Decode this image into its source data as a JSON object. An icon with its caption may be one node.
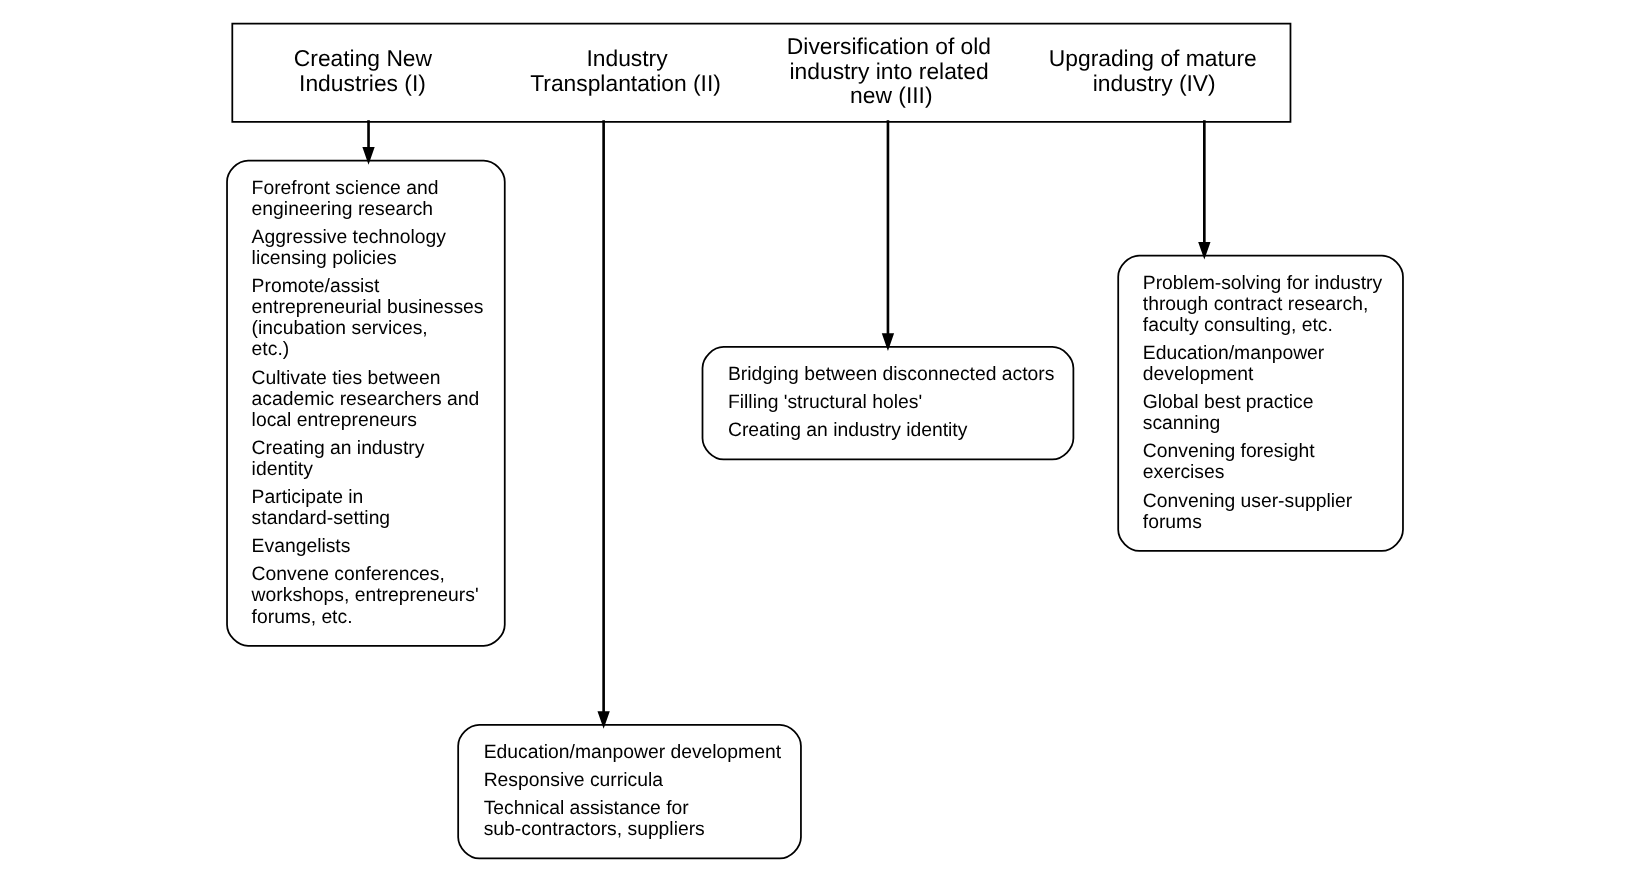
{
  "diagram": {
    "nodes": [
      {
        "text": [
          "Creating New Industries (I)",
          "Industry Transplantation (II)",
          "Diversification of old industry into related new (III)",
          "Upgrading of mature industry (IV)"
        ]
      },
      {
        "text": [
          "Forefront science and engineering research",
          "Aggressive technology licensing policies",
          "Promote/assist entrepreneurial businesses (incubation services, etc.)",
          "Cultivate ties between academic researchers and local entrepreneurs",
          "Creating an industry identity",
          "Participate in standard-setting",
          "Evangelists",
          "Convene conferences, workshops, entrepreneurs' forums, etc."
        ]
      },
      {
        "text": [
          "Education/manpower development",
          "Responsive curricula",
          "Technical assistance for sub-contractors, suppliers"
        ]
      },
      {
        "text": [
          "Bridging between disconnected actors",
          "Filling 'structural holes'",
          "Creating an industry identity"
        ]
      },
      {
        "text": [
          "Problem-solving for industry through contract research, faculty consulting, etc.",
          "Education/manpower development",
          "Global best practice scanning",
          "Convening foresight exercises",
          "Convening user-supplier forums"
        ]
      }
    ],
    "edges": [
      {
        "from": 0,
        "to": 1,
        "arrow": "to"
      },
      {
        "from": 0,
        "to": 2,
        "arrow": "to"
      },
      {
        "from": 0,
        "to": 3,
        "arrow": "to"
      },
      {
        "from": 0,
        "to": 4,
        "arrow": "to"
      }
    ]
  }
}
